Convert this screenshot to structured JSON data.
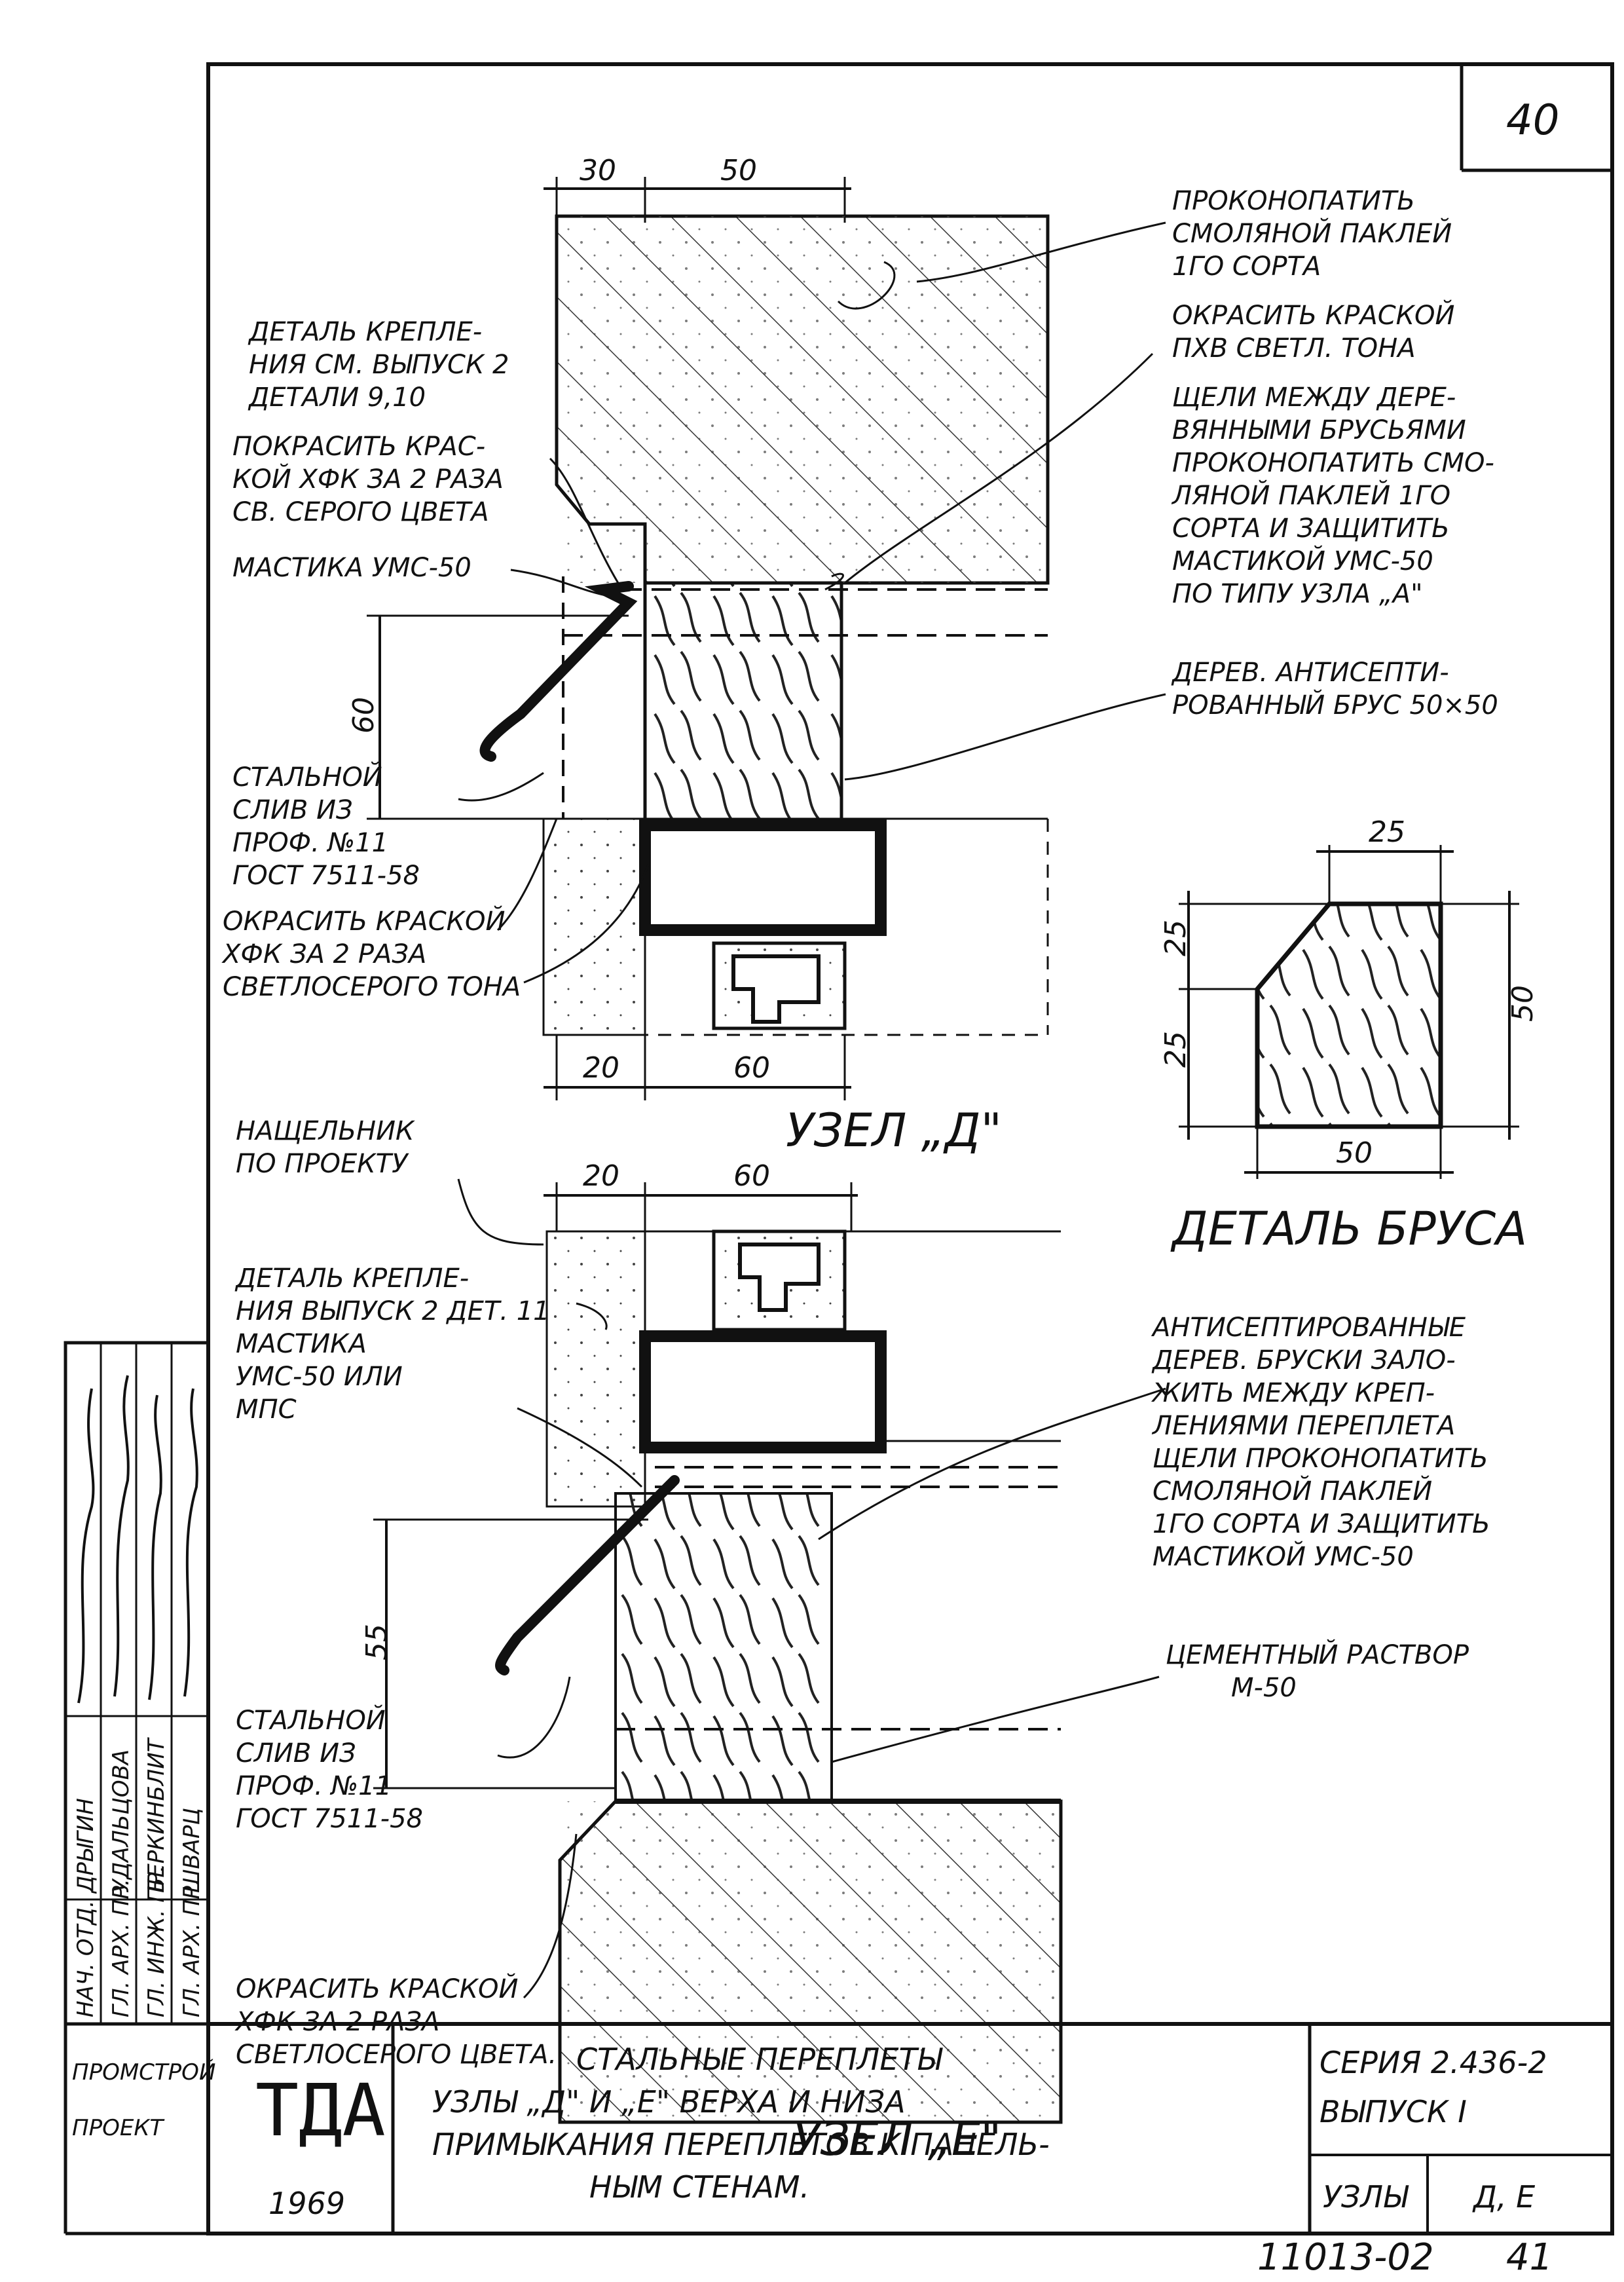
{
  "sheet": {
    "number": "40",
    "bottom_code": "11013-02",
    "bottom_page": "41"
  },
  "node_d": {
    "title": "УЗЕЛ „Д\"",
    "dims": {
      "top_left": "30",
      "top_right": "50",
      "height": "60",
      "bottom_left": "20",
      "bottom_right": "60"
    },
    "notes_left": [
      "ДЕТАЛЬ КРЕПЛЕ-",
      "НИЯ СМ. ВЫПУСК 2",
      "ДЕТАЛИ 9,10",
      "ПОКРАСИТЬ КРАС-",
      "КОЙ ХФК ЗА 2 РАЗА",
      "СВ. СЕРОГО ЦВЕТА",
      "МАСТИКА УМС-50",
      "СТАЛЬНОЙ",
      "СЛИВ ИЗ",
      "ПРОФ. №11",
      "ГОСТ 7511-58",
      "ОКРАСИТЬ КРАСКОЙ",
      "ХФК ЗА 2 РАЗА",
      "СВЕТЛОСЕРОГО ТОНА"
    ],
    "notes_right": [
      "ПРОКОНОПАТИТЬ",
      "СМОЛЯНОЙ ПАКЛЕЙ",
      "1ГО СОРТА",
      "ОКРАСИТЬ КРАСКОЙ",
      "ПХВ СВЕТЛ. ТОНА",
      "ЩЕЛИ МЕЖДУ ДЕРЕ-",
      "ВЯННЫМИ БРУСЬЯМИ",
      "ПРОКОНОПАТИТЬ СМО-",
      "ЛЯНОЙ ПАКЛЕЙ 1ГО",
      "СОРТА И ЗАЩИТИТЬ",
      "МАСТИКОЙ УМС-50",
      "ПО ТИПУ УЗЛА „А\"",
      "ДЕРЕВ. АНТИСЕПТИ-",
      "РОВАННЫЙ БРУС 50×50"
    ]
  },
  "detail": {
    "title": "ДЕТАЛЬ БРУСА",
    "dims": {
      "top": "25",
      "left_top": "25",
      "left_bottom": "25",
      "right": "50",
      "bottom": "50"
    }
  },
  "node_e": {
    "title": "УЗЕЛ „Е\"",
    "dims": {
      "top_left": "20",
      "top_right": "60",
      "height": "55"
    },
    "notes_left": [
      "НАЩЕЛЬНИК",
      "ПО ПРОЕКТУ",
      "ДЕТАЛЬ КРЕПЛЕ-",
      "НИЯ ВЫПУСК 2 ДЕТ. 11",
      "МАСТИКА",
      "УМС-50 ИЛИ",
      "МПС",
      "СТАЛЬНОЙ",
      "СЛИВ ИЗ",
      "ПРОФ. №11",
      "ГОСТ 7511-58",
      "ОКРАСИТЬ КРАСКОЙ",
      "ХФК ЗА 2 РАЗА",
      "СВЕТЛОСЕРОГО ЦВЕТА."
    ],
    "notes_right": [
      "АНТИСЕПТИРОВАННЫЕ",
      "ДЕРЕВ. БРУСКИ ЗАЛО-",
      "ЖИТЬ МЕЖДУ КРЕП-",
      "ЛЕНИЯМИ ПЕРЕПЛЕТА",
      "ЩЕЛИ ПРОКОНОПАТИТЬ",
      "СМОЛЯНОЙ ПАКЛЕЙ",
      "1ГО СОРТА И ЗАЩИТИТЬ",
      "МАСТИКОЙ УМС-50",
      "ЦЕМЕНТНЫЙ РАСТВОР",
      "М-50"
    ]
  },
  "signatures": {
    "roles": [
      "НАЧ. ОТД.",
      "ГЛ. АРХ. ПР.",
      "ГЛ. ИНЖ. ПР.",
      "ГЛ. АРХ. ПР."
    ],
    "names": [
      "ДРЫГИН",
      "УДАЛЬЦОВА",
      "БЕРКИНБЛИТ",
      "ШВАРЦ"
    ],
    "org": [
      "ПРОМСТРОЙ",
      "ПРОЕКТ"
    ]
  },
  "title_block": {
    "logo": "ТДА",
    "year": "1969",
    "title_lines": [
      "СТАЛЬНЫЕ ПЕРЕПЛЕТЫ",
      "УЗЛЫ „Д\" И „Е\" ВЕРХА И НИЗА",
      "ПРИМЫКАНИЯ ПЕРЕПЛЕТОВ К ПАНЕЛЬ-",
      "НЫМ СТЕНАМ."
    ],
    "series_lines": [
      "СЕРИЯ 2.436-2",
      "ВЫПУСК I"
    ],
    "nodes_label": "УЗЛЫ",
    "nodes_value": "Д, Е"
  }
}
